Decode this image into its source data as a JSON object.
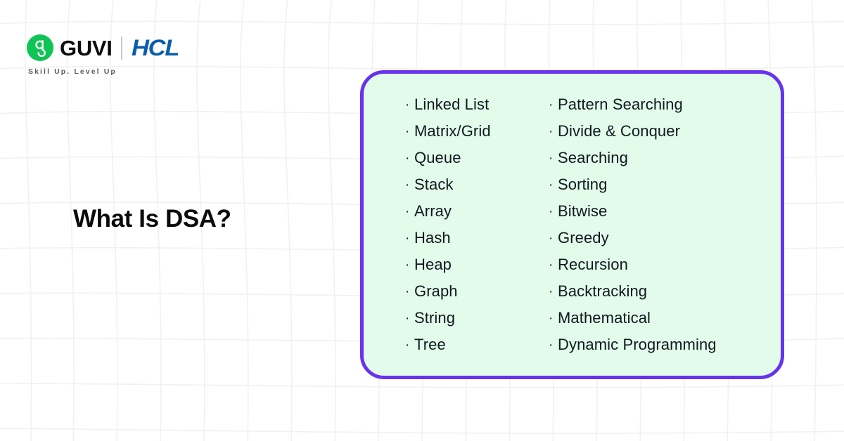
{
  "brand": {
    "logo_icon": "guvi-circle-logo",
    "guvi_wordmark": "GUVI",
    "hcl_wordmark": "HCL",
    "tagline": "Skill Up. Level Up",
    "guvi_green": "#0ec454",
    "hcl_blue": "#0a5dab"
  },
  "headline": {
    "title": "What Is DSA?"
  },
  "card": {
    "background_color": "#e2fbea",
    "border_color": "#6633ee",
    "bullet_glyph": "·",
    "columns": [
      {
        "name": "data-structures",
        "items": [
          "Linked List",
          "Matrix/Grid",
          "Queue",
          "Stack",
          "Array",
          "Hash",
          "Heap",
          "Graph",
          "String",
          "Tree"
        ]
      },
      {
        "name": "algorithms",
        "items": [
          "Pattern Searching",
          "Divide & Conquer",
          "Searching",
          "Sorting",
          "Bitwise",
          "Greedy",
          "Recursion",
          "Backtracking",
          "Mathematical",
          "Dynamic Programming"
        ]
      }
    ]
  }
}
